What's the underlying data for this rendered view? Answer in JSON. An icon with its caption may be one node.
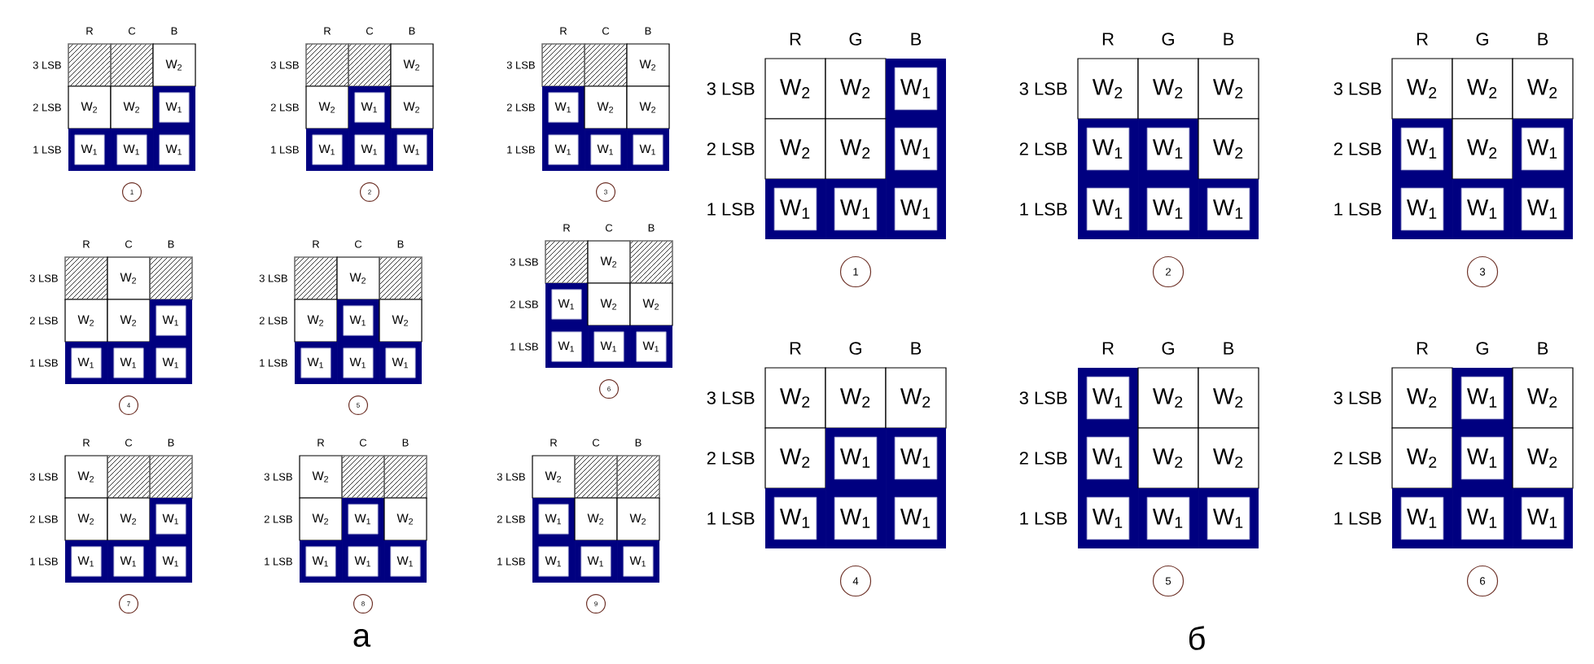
{
  "diagram": {
    "nodes": [
      {
        "text": [],
        "shape": "box"
      },
      {
        "text": [],
        "shape": "box"
      },
      {
        "text": [
          "W$_{2}$"
        ]
      },
      {
        "text": [
          "W$_{2}$"
        ]
      },
      {
        "text": [
          "W$_{2}$"
        ]
      },
      {
        "text": [],
        "shape": "box"
      },
      {
        "text": [
          "W$_{1}$"
        ],
        "in": 5
      },
      {
        "text": [],
        "shape": "box"
      },
      {
        "text": [
          "W$_{1}$"
        ],
        "in": 7
      },
      {
        "text": [],
        "shape": "box"
      },
      {
        "text": [
          "W$_{1}$"
        ],
        "in": 9
      },
      {
        "text": [],
        "shape": "box"
      },
      {
        "text": [
          "W$_{1}$"
        ],
        "in": 11
      },
      {
        "text": [
          "1"
        ]
      },
      {
        "text": [],
        "shape": "box"
      },
      {
        "text": [],
        "shape": "box"
      },
      {
        "text": [
          "W$_{2}$"
        ]
      },
      {
        "text": [
          "W$_{2}$"
        ]
      },
      {
        "text": [],
        "shape": "box"
      },
      {
        "text": [
          "W$_{1}$"
        ],
        "in": 18
      },
      {
        "text": [
          "W$_{2}$"
        ]
      },
      {
        "text": [],
        "shape": "box"
      },
      {
        "text": [
          "W$_{1}$"
        ],
        "in": 21
      },
      {
        "text": [],
        "shape": "box"
      },
      {
        "text": [
          "W$_{1}$"
        ],
        "in": 23
      },
      {
        "text": [],
        "shape": "box"
      },
      {
        "text": [
          "W$_{1}$"
        ],
        "in": 25
      },
      {
        "text": [
          "2"
        ]
      },
      {
        "text": [],
        "shape": "box"
      },
      {
        "text": [],
        "shape": "box"
      },
      {
        "text": [
          "W$_{2}$"
        ]
      },
      {
        "text": [],
        "shape": "box"
      },
      {
        "text": [
          "W$_{1}$"
        ],
        "in": 31
      },
      {
        "text": [
          "W$_{2}$"
        ]
      },
      {
        "text": [
          "W$_{2}$"
        ]
      },
      {
        "text": [],
        "shape": "box"
      },
      {
        "text": [
          "W$_{1}$"
        ],
        "in": 35
      },
      {
        "text": [],
        "shape": "box"
      },
      {
        "text": [
          "W$_{1}$"
        ],
        "in": 37
      },
      {
        "text": [],
        "shape": "box"
      },
      {
        "text": [
          "W$_{1}$"
        ],
        "in": 39
      },
      {
        "text": [
          "3"
        ]
      },
      {
        "text": [],
        "shape": "box"
      },
      {
        "text": [
          "W$_{2}$"
        ]
      },
      {
        "text": [],
        "shape": "box"
      },
      {
        "text": [
          "W$_{2}$"
        ]
      },
      {
        "text": [
          "W$_{2}$"
        ]
      },
      {
        "text": [],
        "shape": "box"
      },
      {
        "text": [
          "W$_{1}$"
        ],
        "in": 47
      },
      {
        "text": [],
        "shape": "box"
      },
      {
        "text": [
          "W$_{1}$"
        ],
        "in": 49
      },
      {
        "text": [],
        "shape": "box"
      },
      {
        "text": [
          "W$_{1}$"
        ],
        "in": 51
      },
      {
        "text": [],
        "shape": "box"
      },
      {
        "text": [
          "W$_{1}$"
        ],
        "in": 53
      },
      {
        "text": [
          "4"
        ]
      },
      {
        "text": [],
        "shape": "box"
      },
      {
        "text": [
          "W$_{2}$"
        ]
      },
      {
        "text": [],
        "shape": "box"
      },
      {
        "text": [
          "W$_{2}$"
        ]
      },
      {
        "text": [],
        "shape": "box"
      },
      {
        "text": [
          "W$_{1}$"
        ],
        "in": 60
      },
      {
        "text": [
          "W$_{2}$"
        ]
      },
      {
        "text": [],
        "shape": "box"
      },
      {
        "text": [
          "W$_{1}$"
        ],
        "in": 63
      },
      {
        "text": [],
        "shape": "box"
      },
      {
        "text": [
          "W$_{1}$"
        ],
        "in": 65
      },
      {
        "text": [],
        "shape": "box"
      },
      {
        "text": [
          "W$_{1}$"
        ],
        "in": 67
      },
      {
        "text": [
          "5"
        ]
      },
      {
        "text": [],
        "shape": "box"
      },
      {
        "text": [
          "W$_{2}$"
        ]
      },
      {
        "text": [],
        "shape": "box"
      },
      {
        "text": [],
        "shape": "box"
      },
      {
        "text": [
          "W$_{1}$"
        ],
        "in": 73
      },
      {
        "text": [
          "W$_{2}$"
        ]
      },
      {
        "text": [
          "W$_{2}$"
        ]
      },
      {
        "text": [],
        "shape": "box"
      },
      {
        "text": [
          "W$_{1}$"
        ],
        "in": 77
      },
      {
        "text": [],
        "shape": "box"
      },
      {
        "text": [
          "W$_{1}$"
        ],
        "in": 79
      },
      {
        "text": [],
        "shape": "box"
      },
      {
        "text": [
          "W$_{1}$"
        ],
        "in": 81
      },
      {
        "text": [
          "6"
        ]
      },
      {
        "text": [
          "W$_{2}$"
        ]
      },
      {
        "text": [],
        "shape": "box"
      },
      {
        "text": [],
        "shape": "box"
      },
      {
        "text": [
          "W$_{2}$"
        ]
      },
      {
        "text": [
          "W$_{2}$"
        ]
      },
      {
        "text": [],
        "shape": "box"
      },
      {
        "text": [
          "W$_{1}$"
        ],
        "in": 89
      },
      {
        "text": [],
        "shape": "box"
      },
      {
        "text": [
          "W$_{1}$"
        ],
        "in": 91
      },
      {
        "text": [],
        "shape": "box"
      },
      {
        "text": [
          "W$_{1}$"
        ],
        "in": 93
      },
      {
        "text": [],
        "shape": "box"
      },
      {
        "text": [
          "W$_{1}$"
        ],
        "in": 95
      },
      {
        "text": [
          "7"
        ]
      },
      {
        "text": [
          "W$_{2}$"
        ]
      },
      {
        "text": [],
        "shape": "box"
      },
      {
        "text": [],
        "shape": "box"
      },
      {
        "text": [
          "W$_{2}$"
        ]
      },
      {
        "text": [],
        "shape": "box"
      },
      {
        "text": [
          "W$_{1}$"
        ],
        "in": 102
      },
      {
        "text": [
          "W$_{2}$"
        ]
      },
      {
        "text": [],
        "shape": "box"
      },
      {
        "text": [
          "W$_{1}$"
        ],
        "in": 105
      },
      {
        "text": [],
        "shape": "box"
      },
      {
        "text": [
          "W$_{1}$"
        ],
        "in": 107
      },
      {
        "text": [],
        "shape": "box"
      },
      {
        "text": [
          "W$_{1}$"
        ],
        "in": 109
      },
      {
        "text": [
          "8"
        ]
      },
      {
        "text": [
          "W$_{2}$"
        ]
      },
      {
        "text": [],
        "shape": "box"
      },
      {
        "text": [],
        "shape": "box"
      },
      {
        "text": [],
        "shape": "box"
      },
      {
        "text": [
          "W$_{1}$"
        ],
        "in": 115
      },
      {
        "text": [
          "W$_{2}$"
        ]
      },
      {
        "text": [
          "W$_{2}$"
        ]
      },
      {
        "text": [],
        "shape": "box"
      },
      {
        "text": [
          "W$_{1}$"
        ],
        "in": 119
      },
      {
        "text": [],
        "shape": "box"
      },
      {
        "text": [
          "W$_{1}$"
        ],
        "in": 121
      },
      {
        "text": [],
        "shape": "box"
      },
      {
        "text": [
          "W$_{1}$"
        ],
        "in": 123
      },
      {
        "text": [
          "9"
        ]
      },
      {
        "text": [
          "W$_{2}$"
        ]
      },
      {
        "text": [
          "W$_{2}$"
        ]
      },
      {
        "text": [],
        "shape": "box"
      },
      {
        "text": [
          "W$_{1}$"
        ],
        "in": 128
      },
      {
        "text": [
          "W$_{2}$"
        ]
      },
      {
        "text": [
          "W$_{2}$"
        ]
      },
      {
        "text": [],
        "shape": "box"
      },
      {
        "text": [
          "W$_{1}$"
        ],
        "in": 132
      },
      {
        "text": [],
        "shape": "box"
      },
      {
        "text": [
          "W$_{1}$"
        ],
        "in": 134
      },
      {
        "text": [],
        "shape": "box"
      },
      {
        "text": [
          "W$_{1}$"
        ],
        "in": 136
      },
      {
        "text": [],
        "shape": "box"
      },
      {
        "text": [
          "W$_{1}$"
        ],
        "in": 138
      },
      {
        "text": [
          "1"
        ]
      },
      {
        "text": [
          "W$_{2}$"
        ]
      },
      {
        "text": [
          "W$_{2}$"
        ]
      },
      {
        "text": [
          "W$_{2}$"
        ]
      },
      {
        "text": [],
        "shape": "box"
      },
      {
        "text": [
          "W$_{1}$"
        ],
        "in": 144
      },
      {
        "text": [],
        "shape": "box"
      },
      {
        "text": [
          "W$_{1}$"
        ],
        "in": 146
      },
      {
        "text": [
          "W$_{2}$"
        ]
      },
      {
        "text": [],
        "shape": "box"
      },
      {
        "text": [
          "W$_{1}$"
        ],
        "in": 149
      },
      {
        "text": [],
        "shape": "box"
      },
      {
        "text": [
          "W$_{1}$"
        ],
        "in": 151
      },
      {
        "text": [],
        "shape": "box"
      },
      {
        "text": [
          "W$_{1}$"
        ],
        "in": 153
      },
      {
        "text": [
          "2"
        ]
      },
      {
        "text": [
          "W$_{2}$"
        ]
      },
      {
        "text": [
          "W$_{2}$"
        ]
      },
      {
        "text": [
          "W$_{2}$"
        ]
      },
      {
        "text": [],
        "shape": "box"
      },
      {
        "text": [
          "W$_{1}$"
        ],
        "in": 159
      },
      {
        "text": [
          "W$_{2}$"
        ]
      },
      {
        "text": [],
        "shape": "box"
      },
      {
        "text": [
          "W$_{1}$"
        ],
        "in": 162
      },
      {
        "text": [],
        "shape": "box"
      },
      {
        "text": [
          "W$_{1}$"
        ],
        "in": 164
      },
      {
        "text": [],
        "shape": "box"
      },
      {
        "text": [
          "W$_{1}$"
        ],
        "in": 166
      },
      {
        "text": [],
        "shape": "box"
      },
      {
        "text": [
          "W$_{1}$"
        ],
        "in": 168
      },
      {
        "text": [
          "3"
        ]
      },
      {
        "text": [
          "W$_{2}$"
        ]
      },
      {
        "text": [
          "W$_{2}$"
        ]
      },
      {
        "text": [
          "W$_{2}$"
        ]
      },
      {
        "text": [
          "W$_{2}$"
        ]
      },
      {
        "text": [],
        "shape": "box"
      },
      {
        "text": [
          "W$_{1}$"
        ],
        "in": 175
      },
      {
        "text": [],
        "shape": "box"
      },
      {
        "text": [
          "W$_{1}$"
        ],
        "in": 177
      },
      {
        "text": [],
        "shape": "box"
      },
      {
        "text": [
          "W$_{1}$"
        ],
        "in": 179
      },
      {
        "text": [],
        "shape": "box"
      },
      {
        "text": [
          "W$_{1}$"
        ],
        "in": 181
      },
      {
        "text": [],
        "shape": "box"
      },
      {
        "text": [
          "W$_{1}$"
        ],
        "in": 183
      },
      {
        "text": [
          "4"
        ]
      },
      {
        "text": [],
        "shape": "box"
      },
      {
        "text": [
          "W$_{1}$"
        ],
        "in": 186
      },
      {
        "text": [
          "W$_{2}$"
        ]
      },
      {
        "text": [
          "W$_{2}$"
        ]
      },
      {
        "text": [],
        "shape": "box"
      },
      {
        "text": [
          "W$_{1}$"
        ],
        "in": 190
      },
      {
        "text": [
          "W$_{2}$"
        ]
      },
      {
        "text": [
          "W$_{2}$"
        ]
      },
      {
        "text": [],
        "shape": "box"
      },
      {
        "text": [
          "W$_{1}$"
        ],
        "in": 194
      },
      {
        "text": [],
        "shape": "box"
      },
      {
        "text": [
          "W$_{1}$"
        ],
        "in": 196
      },
      {
        "text": [],
        "shape": "box"
      },
      {
        "text": [
          "W$_{1}$"
        ],
        "in": 198
      },
      {
        "text": [
          "5"
        ]
      },
      {
        "text": [
          "W$_{2}$"
        ]
      },
      {
        "text": [],
        "shape": "box"
      },
      {
        "text": [
          "W$_{1}$"
        ],
        "in": 202
      },
      {
        "text": [
          "W$_{2}$"
        ]
      },
      {
        "text": [
          "W$_{2}$"
        ]
      },
      {
        "text": [],
        "shape": "box"
      },
      {
        "text": [
          "W$_{1}$"
        ],
        "in": 206
      },
      {
        "text": [
          "W$_{2}$"
        ]
      },
      {
        "text": [],
        "shape": "box"
      },
      {
        "text": [
          "W$_{1}$"
        ],
        "in": 209
      },
      {
        "text": [],
        "shape": "box"
      },
      {
        "text": [
          "W$_{1}$"
        ],
        "in": 211
      },
      {
        "text": [],
        "shape": "box"
      },
      {
        "text": [
          "W$_{1}$"
        ],
        "in": 213
      },
      {
        "text": [
          "6"
        ]
      }
    ],
    "labels": [
      "R",
      "C",
      "B",
      "3 LSB",
      "2 LSB",
      "1 LSB",
      "R",
      "C",
      "B",
      "3 LSB",
      "2 LSB",
      "1 LSB",
      "R",
      "C",
      "B",
      "3 LSB",
      "2 LSB",
      "1 LSB",
      "R",
      "C",
      "B",
      "3 LSB",
      "2 LSB",
      "1 LSB",
      "R",
      "C",
      "B",
      "3 LSB",
      "2 LSB",
      "1 LSB",
      "R",
      "C",
      "B",
      "3 LSB",
      "2 LSB",
      "1 LSB",
      "R",
      "C",
      "B",
      "3 LSB",
      "2 LSB",
      "1 LSB",
      "R",
      "C",
      "B",
      "3 LSB",
      "2 LSB",
      "1 LSB",
      "R",
      "C",
      "B",
      "3 LSB",
      "2 LSB",
      "1 LSB",
      "R",
      "G",
      "B",
      "3 LSB",
      "2 LSB",
      "1 LSB",
      "R",
      "G",
      "B",
      "3 LSB",
      "2 LSB",
      "1 LSB",
      "R",
      "G",
      "B",
      "3 LSB",
      "2 LSB",
      "1 LSB",
      "R",
      "G",
      "B",
      "3 LSB",
      "2 LSB",
      "1 LSB",
      "R",
      "G",
      "B",
      "3 LSB",
      "2 LSB",
      "1 LSB",
      "R",
      "G",
      "B",
      "3 LSB",
      "2 LSB",
      "1 LSB",
      "а",
      "б"
    ]
  }
}
